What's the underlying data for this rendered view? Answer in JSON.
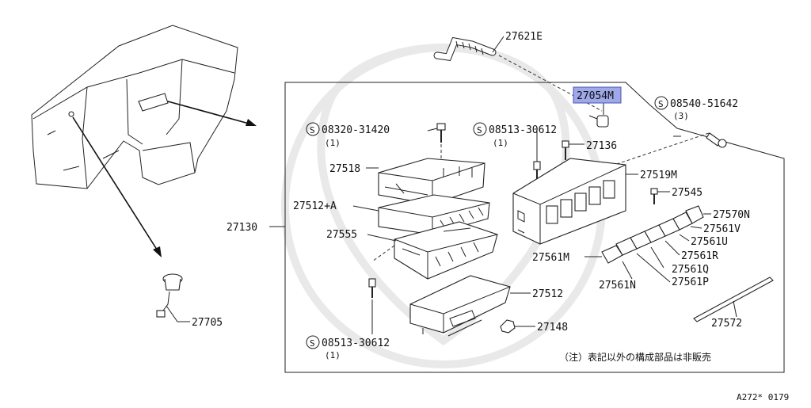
{
  "diagram": {
    "callouts": {
      "p27621e": "27621E",
      "p27054m": "27054M",
      "s08540": "08540-51642",
      "s08540_qty": "(3)",
      "s08320": "08320-31420",
      "s08320_qty": "(1)",
      "s08513_top": "08513-30612",
      "s08513_top_qty": "(1)",
      "p27136": "27136",
      "p27518": "27518",
      "p27519m": "27519M",
      "p27545": "27545",
      "p27512a": "27512+A",
      "p27570n": "27570N",
      "p27130": "27130",
      "p27561v": "27561V",
      "p27555": "27555",
      "p27561u": "27561U",
      "p27561m": "27561M",
      "p27561r": "27561R",
      "p27561q": "27561Q",
      "p27561n": "27561N",
      "p27561p": "27561P",
      "p27512": "27512",
      "p27572": "27572",
      "p27705": "27705",
      "p27148": "27148",
      "s08513_bot": "08513-30612",
      "s08513_bot_qty": "(1)"
    },
    "screw_symbol": "S",
    "note": "（注）表記以外の構成部品は非販売",
    "figure_code": "A272* 0179",
    "highlight_color": "#9fa8e8"
  }
}
